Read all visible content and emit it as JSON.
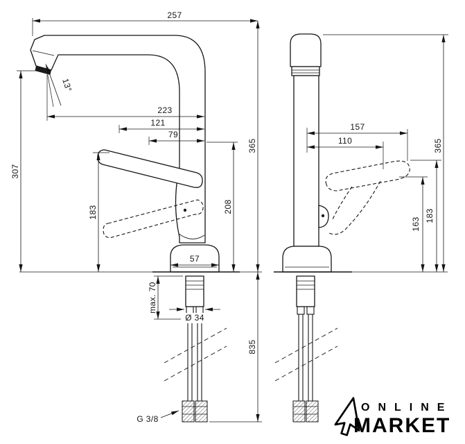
{
  "drawing": {
    "left_view": {
      "spout_reach": "257",
      "spout_angle": "13°",
      "outlet_offset": "223",
      "handle_offset_outer": "121",
      "handle_offset_inner": "79",
      "outlet_height": "307",
      "handle_height": "183",
      "height_above_deck": "365",
      "spout_body_height": "208",
      "base_width": "57",
      "max_deck_thickness": "max. 70",
      "shank_diameter": "Ø 34",
      "hose_length": "835",
      "connection_thread": "G 3/8"
    },
    "front_view": {
      "handle_width_outer": "157",
      "handle_width_inner": "110",
      "height_above_deck": "365",
      "handle_pivot_height": "163",
      "handle_height": "183"
    }
  },
  "logo": {
    "line1": "ONLINE",
    "line2": "MARKET"
  }
}
